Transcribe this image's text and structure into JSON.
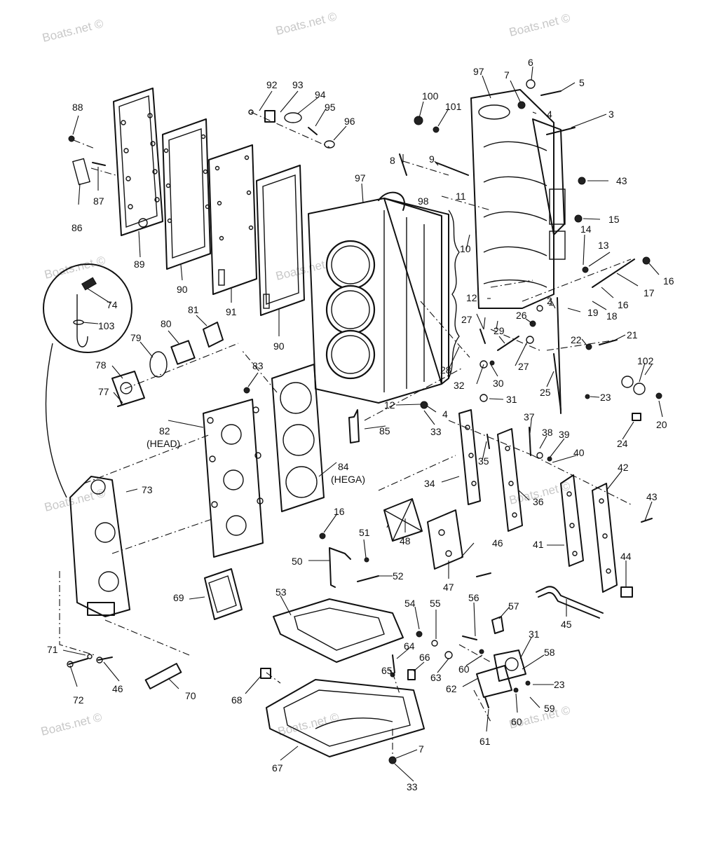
{
  "watermarks": [
    "Boats.net ©",
    "Boats.net ©",
    "Boats.net ©",
    "Boats.net ©",
    "Boats.net ©",
    "Boats.net ©",
    "Boats.net ©",
    "Boats.net ©",
    "Boats.net ©",
    "Boats.net ©"
  ],
  "labels": [
    "1",
    "2",
    "3",
    "4",
    "4",
    "5",
    "6",
    "7",
    "7",
    "8",
    "9",
    "10",
    "11",
    "12",
    "12",
    "13",
    "14",
    "15",
    "16",
    "16",
    "16",
    "17",
    "18",
    "19",
    "20",
    "21",
    "22",
    "23",
    "23",
    "24",
    "25",
    "26",
    "27",
    "27",
    "28",
    "29",
    "30",
    "31",
    "31",
    "32",
    "33",
    "33",
    "34",
    "35",
    "36",
    "37",
    "38",
    "39",
    "40",
    "41",
    "42",
    "43",
    "43",
    "44",
    "45",
    "46",
    "46",
    "47",
    "48",
    "50",
    "51",
    "52",
    "53",
    "54",
    "55",
    "56",
    "57",
    "58",
    "59",
    "60",
    "60",
    "61",
    "62",
    "63",
    "64",
    "65",
    "66",
    "67",
    "68",
    "69",
    "70",
    "71",
    "72",
    "73",
    "74",
    "77",
    "78",
    "79",
    "80",
    "81",
    "82",
    "(HEAD)",
    "83",
    "84",
    "(HEGA)",
    "85",
    "86",
    "87",
    "88",
    "89",
    "90",
    "90",
    "91",
    "92",
    "93",
    "94",
    "95",
    "96",
    "97",
    "97",
    "98",
    "100",
    "101",
    "102",
    "103"
  ]
}
